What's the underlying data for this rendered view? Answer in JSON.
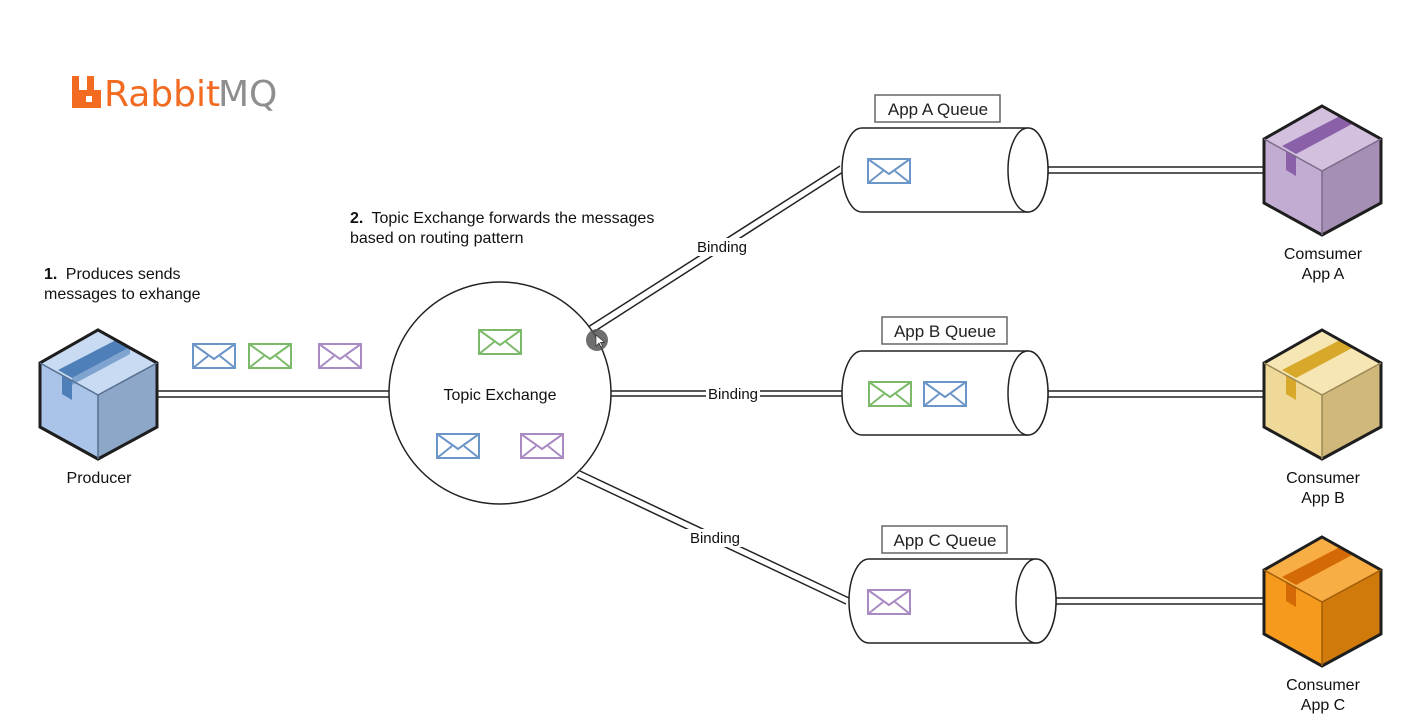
{
  "logo": {
    "text_part1": "Rabbit",
    "text_part2": "MQ",
    "color_orange": "#f26b21",
    "color_gray": "#8e8e8e"
  },
  "step1": {
    "number": "1.",
    "line1": "Produces sends",
    "line2": "messages to exhange"
  },
  "step2": {
    "number": "2.",
    "line1": "Topic Exchange forwards the messages",
    "line2": "based on routing pattern"
  },
  "producer": {
    "label": "Producer",
    "icon": "box-icon",
    "color": "#a9c4e8"
  },
  "exchange": {
    "label": "Topic Exchange"
  },
  "bindings": {
    "a": "Binding",
    "b": "Binding",
    "c": "Binding"
  },
  "queues": {
    "a": {
      "label": "App A Queue",
      "messages": [
        "blue"
      ]
    },
    "b": {
      "label": "App B Queue",
      "messages": [
        "green",
        "blue"
      ]
    },
    "c": {
      "label": "App C Queue",
      "messages": [
        "purple"
      ]
    }
  },
  "consumers": {
    "a": {
      "line1": "Comsumer",
      "line2": "App A",
      "color": "#c3acd2"
    },
    "b": {
      "line1": "Consumer",
      "line2": "App B",
      "color": "#efd998"
    },
    "c": {
      "line1": "Consumer",
      "line2": "App C",
      "color": "#f59a1c"
    }
  },
  "message_colors": {
    "blue": "#6c95c8",
    "green": "#7cba6a",
    "purple": "#a98bc2"
  }
}
